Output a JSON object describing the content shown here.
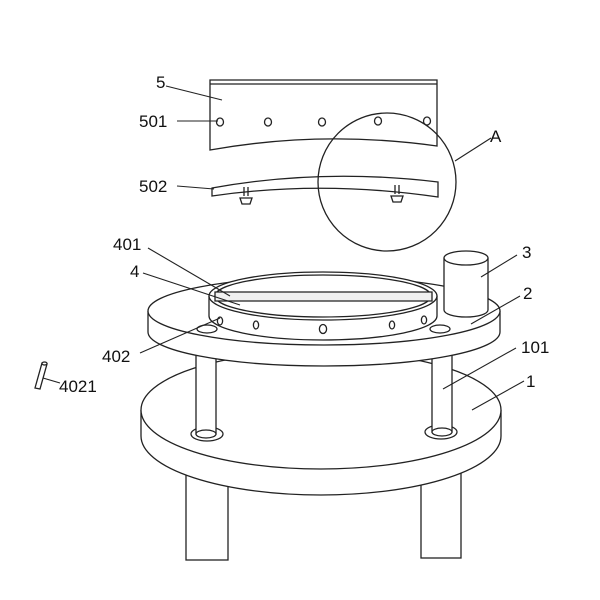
{
  "labels": {
    "part_5": "5",
    "part_501": "501",
    "part_502": "502",
    "detail_a": "A",
    "part_401": "401",
    "part_4": "4",
    "part_3": "3",
    "part_2": "2",
    "part_402": "402",
    "part_4021": "4021",
    "part_101": "101",
    "part_1": "1"
  },
  "colors": {
    "line": "#222222",
    "background": "#ffffff"
  }
}
